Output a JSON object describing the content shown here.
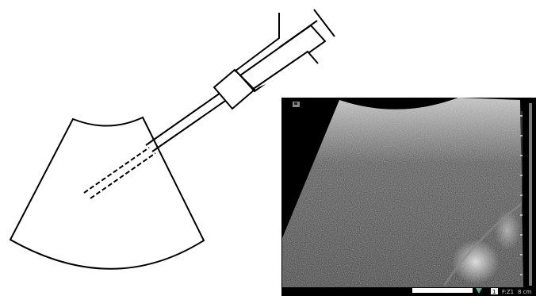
{
  "diagram": {
    "parts": [
      "ultrasound-probe-sector",
      "needle-guide",
      "biopsy-needle",
      "syringe",
      "ultrasound-image"
    ],
    "colors": {
      "line": "#000000",
      "background": "#ffffff",
      "ultrasound_bg": "#000000",
      "ultrasound_tissue": "#5a5a5a"
    }
  },
  "ultrasound": {
    "frame_label": "F:Z1",
    "depth_label": "8 cm",
    "marker_label": "1",
    "icon": "camera-icon"
  }
}
